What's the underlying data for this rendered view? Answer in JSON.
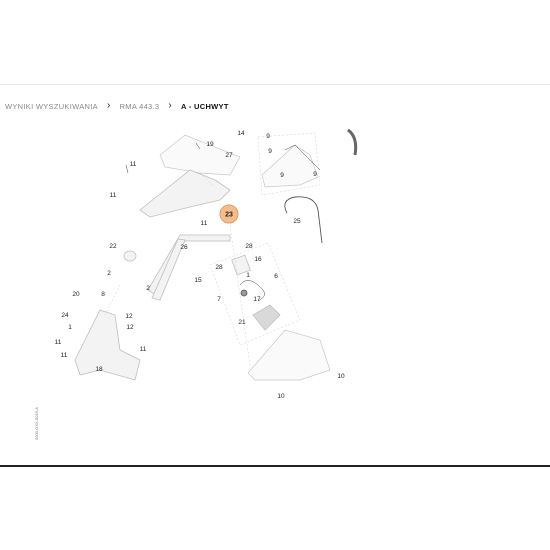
{
  "breadcrumb": {
    "items": [
      "WYNIKI WYSZUKIWANIA",
      "RMA 443.3",
      "A - UCHWYT"
    ]
  },
  "diagram": {
    "callouts": [
      "14",
      "9",
      "19",
      "27",
      "11",
      "11",
      "11",
      "9",
      "9",
      "9",
      "23",
      "25",
      "22",
      "26",
      "28",
      "16",
      "28",
      "1",
      "15",
      "6",
      "2",
      "2",
      "7",
      "17",
      "20",
      "8",
      "24",
      "21",
      "12",
      "1",
      "12",
      "11",
      "11",
      "11",
      "18",
      "10",
      "10"
    ],
    "highlighted_callout": "23",
    "vertical_ref": "0000-GXX-0019-A",
    "highlight_color": "#f5bd8e"
  }
}
